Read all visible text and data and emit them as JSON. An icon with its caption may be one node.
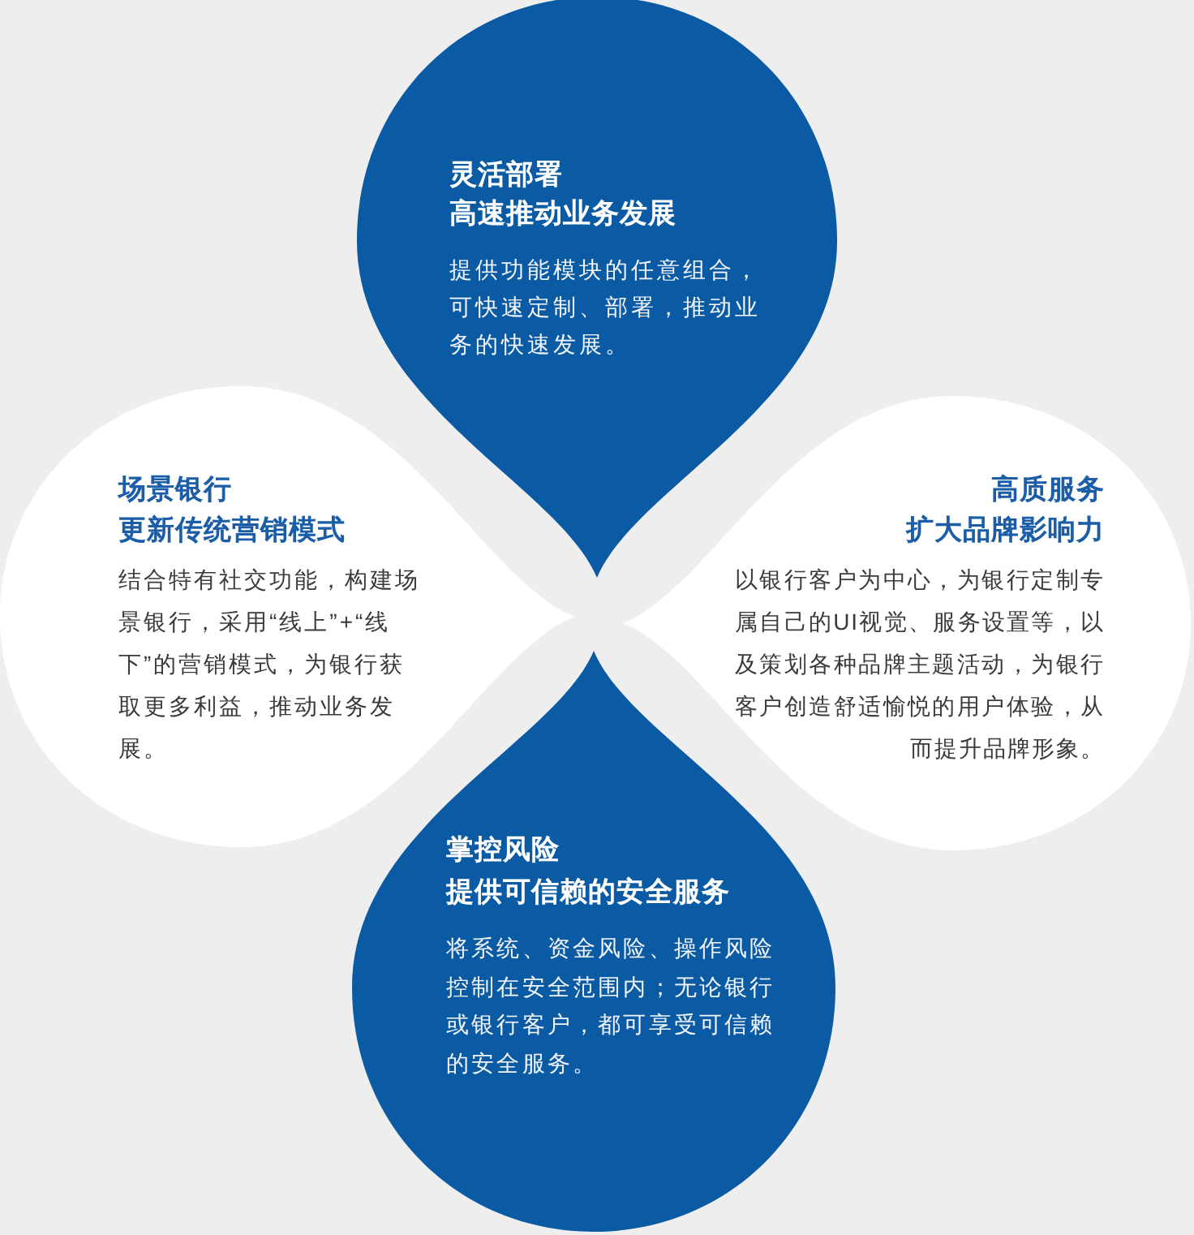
{
  "diagram": {
    "nodes": [
      {
        "text": [
          "灵活部署",
          "高速推动业务发展",
          "提供功能模块的任意组合，可快速定制、部署，推动业务的快速发展。"
        ]
      },
      {
        "text": [
          "场景银行",
          "更新传统营销模式",
          "结合特有社交功能，构建场景银行，采用“线上”+“线下”的营销模式，为银行获取更多利益，推动业务发展。"
        ]
      },
      {
        "text": [
          "高质服务",
          "扩大品牌影响力",
          "以银行客户为中心，为银行定制专属自己的UI视觉、服务设置等，以及策划各种品牌主题活动，为银行客户创造舒适愉悦的用户体验，从而提升品牌形象。"
        ]
      },
      {
        "text": [
          "掌控风险",
          "提供可信赖的安全服务",
          "将系统、资金风险、操作风险控制在安全范围内；无论银行或银行客户，都可享受可信赖的安全服务。"
        ]
      }
    ]
  }
}
